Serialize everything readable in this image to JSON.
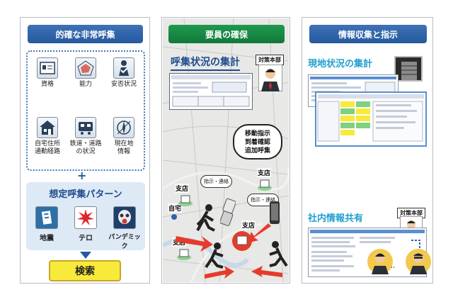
{
  "panel1": {
    "title": "的確な非常呼集",
    "icons": [
      {
        "label": "資格",
        "icon": "id-card-icon"
      },
      {
        "label": "能力",
        "icon": "radar-chart-icon"
      },
      {
        "label": "安否状況",
        "icon": "person-check-icon"
      },
      {
        "label": "自宅住所\n通勤経路",
        "icon": "house-icon"
      },
      {
        "label": "鉄道・道路\nの状況",
        "icon": "train-icon"
      },
      {
        "label": "現在地\n情報",
        "icon": "compass-icon"
      }
    ],
    "plus": "+",
    "pattern_title": "想定呼集パターン",
    "patterns": [
      {
        "label": "地震",
        "icon": "building-collapse-icon"
      },
      {
        "label": "テロ",
        "icon": "explosion-icon"
      },
      {
        "label": "パンデミック",
        "icon": "gas-mask-icon"
      }
    ],
    "search_label": "検索"
  },
  "panel2": {
    "title": "要員の確保",
    "headline": "呼集状況の集計",
    "hq_badge": "対策本部",
    "bubble_text": "移動指示\n到着確認\n追加呼集",
    "branch_label": "支店",
    "home_label": "自宅",
    "instruction": "指示・連絡"
  },
  "panel3": {
    "title": "情報収集と指示",
    "headline1": "現地状況の集計",
    "headline2": "社内情報共有",
    "hq_badge": "対策本部"
  },
  "colors": {
    "blue_banner": "#2d63a8",
    "green_banner": "#17884a",
    "search_yellow": "#f7ea3a",
    "arrow_red": "#e53b2b"
  }
}
